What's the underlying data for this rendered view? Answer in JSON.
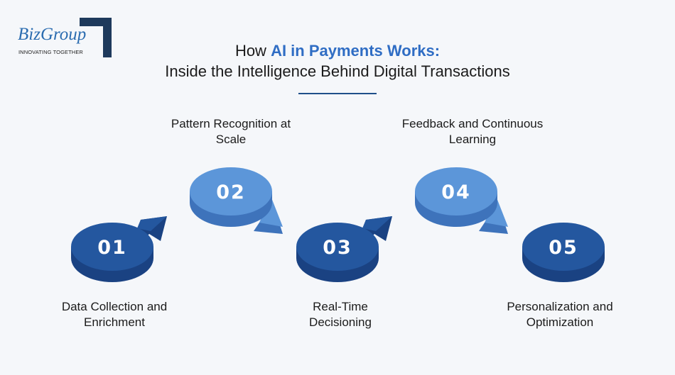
{
  "logo": {
    "brand": "BizGroup",
    "tagline": "INNOVATING TOGETHER"
  },
  "title": {
    "line1_prefix": "How ",
    "line1_highlight": "AI in Payments Works:",
    "line2": "Inside the Intelligence Behind Digital Transactions"
  },
  "steps": [
    {
      "number": "01",
      "label_line1": "Data Collection and",
      "label_line2": "Enrichment"
    },
    {
      "number": "02",
      "label_line1": "Pattern Recognition at",
      "label_line2": "Scale"
    },
    {
      "number": "03",
      "label_line1": "Real-Time",
      "label_line2": "Decisioning"
    },
    {
      "number": "04",
      "label_line1": "Feedback and Continuous",
      "label_line2": "Learning"
    },
    {
      "number": "05",
      "label_line1": "Personalization and",
      "label_line2": "Optimization"
    }
  ],
  "colors": {
    "dark_top": "#24579f",
    "dark_side": "#1a4282",
    "light_top": "#5c96d9",
    "light_side": "#3e73bb",
    "accent": "#2f6dc4"
  }
}
